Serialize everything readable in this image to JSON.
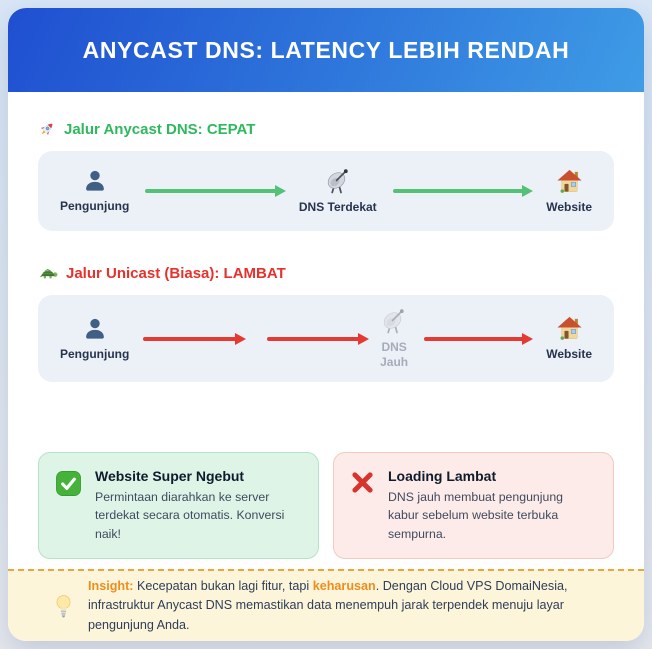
{
  "page": {
    "title": "ANYCAST DNS: LATENCY LEBIH RENDAH"
  },
  "fast_path": {
    "icon": "rocket-icon",
    "heading": "Jalur Anycast DNS: CEPAT",
    "nodes": {
      "visitor": {
        "icon": "person-icon",
        "label": "Pengunjung"
      },
      "dns": {
        "icon": "satellite-dish-icon",
        "label": "DNS Terdekat"
      },
      "website": {
        "icon": "house-icon",
        "label": "Website"
      }
    }
  },
  "slow_path": {
    "icon": "turtle-icon",
    "heading": "Jalur Unicast (Biasa): LAMBAT",
    "nodes": {
      "visitor": {
        "icon": "person-icon",
        "label": "Pengunjung"
      },
      "dns": {
        "icon": "satellite-dish-icon",
        "label_line1": "DNS",
        "label_line2": "Jauh"
      },
      "website": {
        "icon": "house-icon",
        "label": "Website"
      }
    }
  },
  "result_cards": {
    "good": {
      "icon": "check-icon",
      "title": "Website Super Ngebut",
      "body": "Permintaan diarahkan ke server terdekat secara otomatis. Konversi naik!"
    },
    "bad": {
      "icon": "cross-icon",
      "title": "Loading Lambat",
      "body": "DNS jauh membuat pengunjung kabur sebelum website terbuka sempurna."
    }
  },
  "insight": {
    "icon": "lightbulb-icon",
    "label": "Insight:",
    "text_before_highlight": "Kecepatan bukan lagi fitur, tapi",
    "highlight": "keharusan",
    "text_after_highlight": ". Dengan Cloud VPS DomaiNesia, infrastruktur Anycast DNS memastikan data menempuh jarak terpendek menuju layar pengunjung Anda."
  },
  "colors": {
    "header_gradient_start": "#1f4fd0",
    "header_gradient_end": "#3f9ce6",
    "fast_accent": "#2eb95e",
    "fast_arrow": "#53c276",
    "slow_accent": "#e6312d",
    "slow_arrow": "#e43a31",
    "lane_background": "#ecf0f7",
    "good_card_background": "#def4e7",
    "bad_card_background": "#fcebe8",
    "insight_background": "#fdf5da",
    "insight_accent": "#ee8d1f"
  }
}
